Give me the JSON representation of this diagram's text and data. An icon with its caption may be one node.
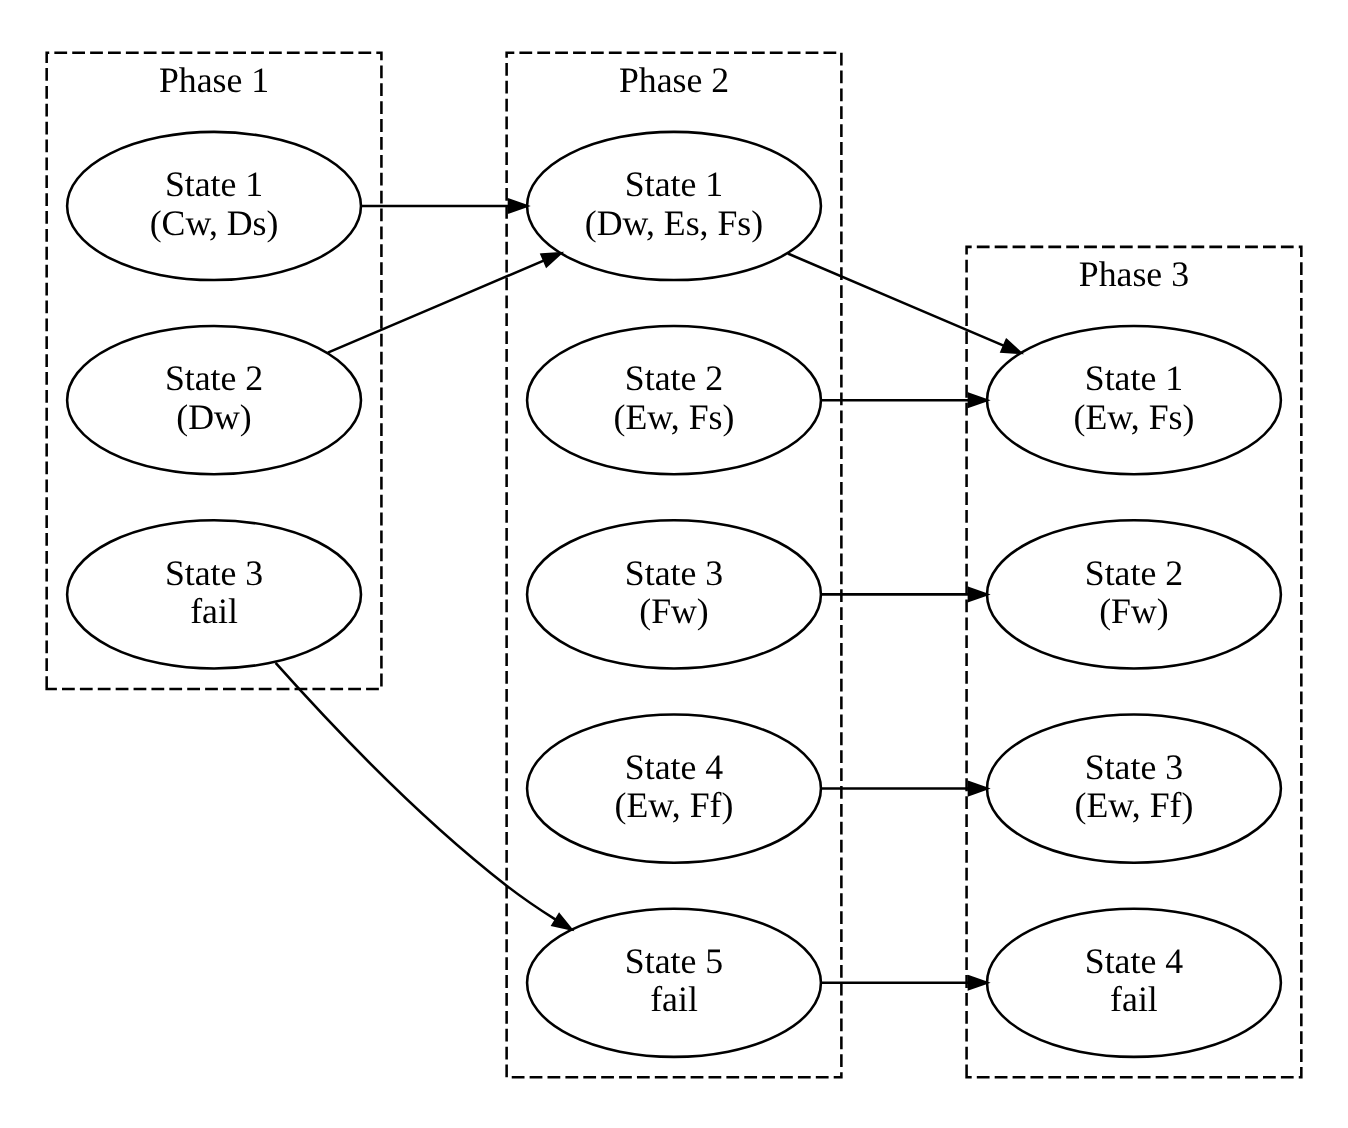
{
  "diagram": {
    "nodes": [
      {
        "text": [
          "Phase 1"
        ]
      },
      {
        "text": [
          "State 1",
          "(Cw, Ds)"
        ],
        "in": 0
      },
      {
        "text": [
          "State 2",
          "(Dw)"
        ],
        "in": 0
      },
      {
        "text": [
          "State 3",
          "fail"
        ],
        "in": 0
      },
      {
        "text": [
          "Phase 2"
        ]
      },
      {
        "text": [
          "State 1",
          "(Dw, Es, Fs)"
        ],
        "in": 4
      },
      {
        "text": [
          "State 2",
          "(Ew, Fs)"
        ],
        "in": 4
      },
      {
        "text": [
          "State 3",
          "(Fw)"
        ],
        "in": 4
      },
      {
        "text": [
          "State 4",
          "(Ew, Ff)"
        ],
        "in": 4
      },
      {
        "text": [
          "State 5",
          "fail"
        ],
        "in": 4
      },
      {
        "text": [
          "Phase 3"
        ]
      },
      {
        "text": [
          "State 1",
          "(Ew, Fs)"
        ],
        "in": 10
      },
      {
        "text": [
          "State 2",
          "(Fw)"
        ],
        "in": 10
      },
      {
        "text": [
          "State 3",
          "(Ew, Ff)"
        ],
        "in": 10
      },
      {
        "text": [
          "State 4",
          "fail"
        ],
        "in": 10
      }
    ],
    "edges": [
      {
        "from": 1,
        "to": 5,
        "arrow": "to"
      },
      {
        "from": 2,
        "to": 5,
        "arrow": "to"
      },
      {
        "from": 3,
        "to": 9,
        "arrow": "to"
      },
      {
        "from": 5,
        "to": 11,
        "arrow": "to"
      },
      {
        "from": 6,
        "to": 11,
        "arrow": "to"
      },
      {
        "from": 7,
        "to": 12,
        "arrow": "to"
      },
      {
        "from": 8,
        "to": 13,
        "arrow": "to"
      },
      {
        "from": 9,
        "to": 14,
        "arrow": "to"
      }
    ]
  }
}
